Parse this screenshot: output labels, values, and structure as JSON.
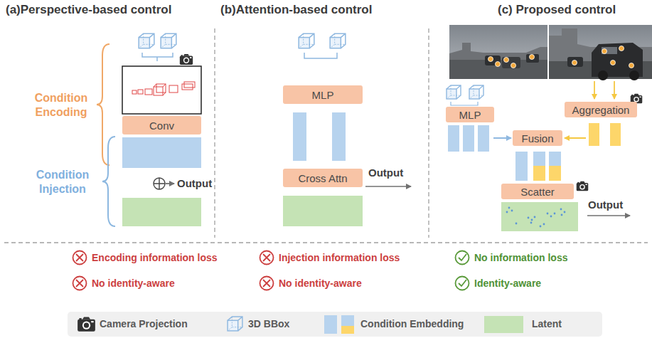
{
  "diagram": {
    "nodes": [
      {
        "text": [
          "Conv"
        ]
      },
      {
        "text": [
          "MLP"
        ]
      },
      {
        "text": [
          "Cross Attn"
        ]
      },
      {
        "text": [
          "MLP"
        ]
      },
      {
        "text": [
          "Aggregation"
        ]
      },
      {
        "text": [
          "Fusion"
        ]
      },
      {
        "text": [
          "Scatter"
        ]
      }
    ],
    "labels": [
      "(a)Perspective-based control",
      "(b)Attention-based control",
      "(c) Proposed control",
      "Condition Encoding",
      "Condition Injection",
      "Output",
      "Output",
      "Output",
      "Encoding information loss",
      "No identity-aware",
      "Injection information loss",
      "No identity-aware",
      "No information loss",
      "Identity-aware"
    ],
    "legend": [
      {
        "text": "Camera Projection"
      },
      {
        "text": "3D BBox"
      },
      {
        "text": "Condition Embedding"
      },
      {
        "text": "Latent",
        "color": "#c5e3b5"
      }
    ]
  }
}
